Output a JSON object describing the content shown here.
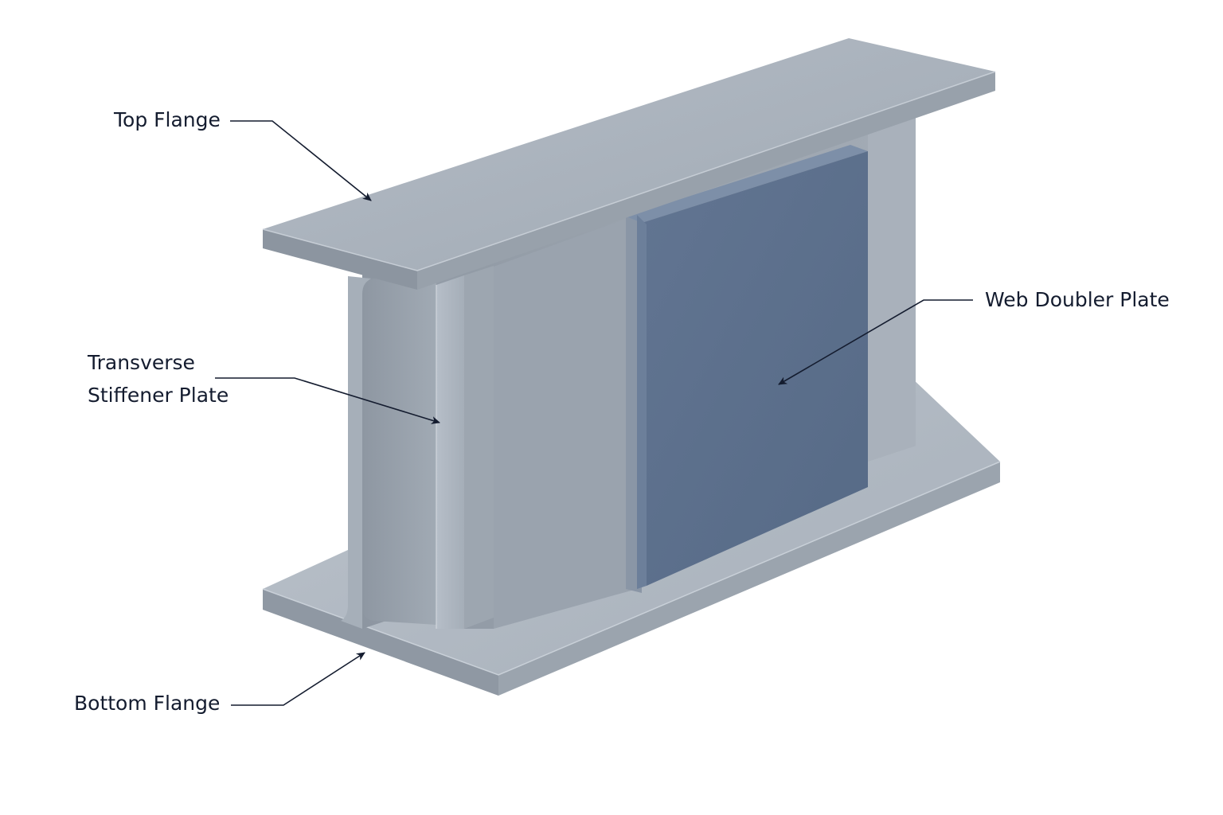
{
  "labels": {
    "top_flange": "Top Flange",
    "transverse_stiffener_line1": "Transverse",
    "transverse_stiffener_line2": "Stiffener Plate",
    "bottom_flange": "Bottom Flange",
    "web_doubler_plate": "Web Doubler Plate"
  },
  "colors": {
    "background": "#ffffff",
    "steel_light": "#aab3be",
    "steel_mid": "#959ea9",
    "steel_dark": "#7c858f",
    "doubler_plate": "#5a6d88",
    "leader_line": "#141c2f"
  }
}
